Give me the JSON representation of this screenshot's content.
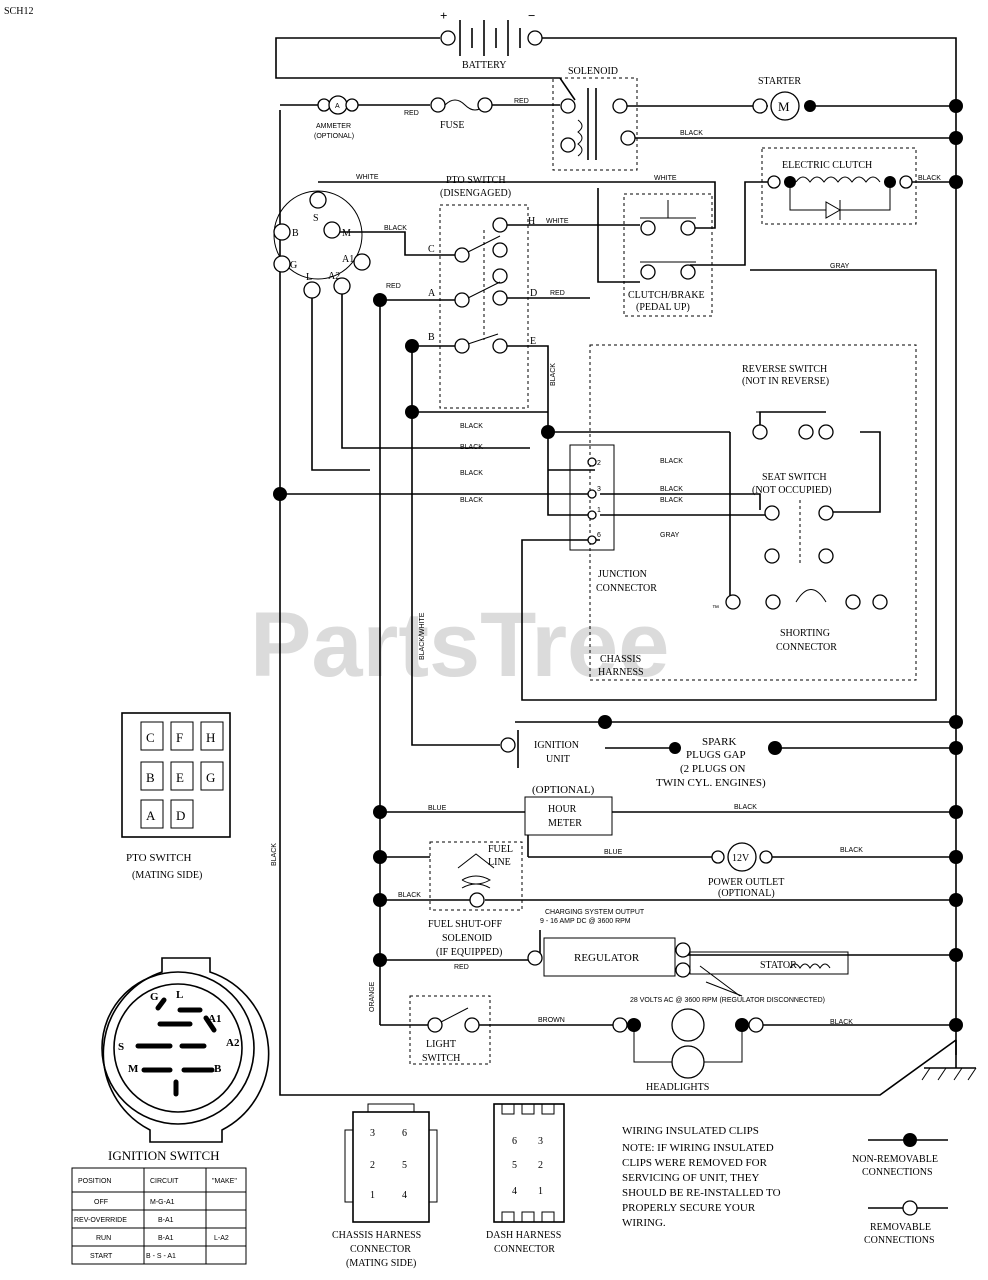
{
  "page_code": "SCH12",
  "watermark": "PartsTree",
  "trademark": "™",
  "polarity": {
    "plus": "+",
    "minus": "−"
  },
  "components": {
    "battery": "BATTERY",
    "solenoid": "SOLENOID",
    "starter": "STARTER",
    "starter_symbol": "M",
    "ammeter": "AMMETER",
    "ammeter_optional": "(OPTIONAL)",
    "ammeter_symbol": "A",
    "fuse": "FUSE",
    "electric_clutch": "ELECTRIC CLUTCH",
    "pto_switch_title": "PTO SWITCH",
    "pto_switch_state": "(DISENGAGED)",
    "clutch_brake": "CLUTCH/BRAKE",
    "clutch_brake_state": "(PEDAL UP)",
    "reverse_switch": "REVERSE SWITCH",
    "reverse_state": "(NOT IN REVERSE)",
    "seat_switch": "SEAT SWITCH",
    "seat_state": "(NOT OCCUPIED)",
    "junction_connector_1": "JUNCTION",
    "junction_connector_2": "CONNECTOR",
    "shorting_connector_1": "SHORTING",
    "shorting_connector_2": "CONNECTOR",
    "chassis_harness_1": "CHASSIS",
    "chassis_harness_2": "HARNESS",
    "ignition_unit_1": "IGNITION",
    "ignition_unit_2": "UNIT",
    "spark_plugs_1": "SPARK",
    "spark_plugs_2": "PLUGS GAP",
    "spark_plugs_3": "(2 PLUGS ON",
    "spark_plugs_4": "TWIN CYL. ENGINES)",
    "hour_meter_optional": "(OPTIONAL)",
    "hour_meter_1": "HOUR",
    "hour_meter_2": "METER",
    "power_outlet_1": "POWER OUTLET",
    "power_outlet_2": "(OPTIONAL)",
    "power_outlet_symbol": "12V",
    "fuel_line_1": "FUEL",
    "fuel_line_2": "LINE",
    "fuel_solenoid_1": "FUEL SHUT-OFF",
    "fuel_solenoid_2": "SOLENOID",
    "fuel_solenoid_3": "(IF EQUIPPED)",
    "charging_output_1": "CHARGING SYSTEM OUTPUT",
    "charging_output_2": "9 - 16 AMP DC @ 3600 RPM",
    "regulator": "REGULATOR",
    "stator": "STATOR",
    "ac_note": "28 VOLTS AC @ 3600 RPM (REGULATOR DISCONNECTED)",
    "light_switch_1": "LIGHT",
    "light_switch_2": "SWITCH",
    "headlights": "HEADLIGHTS"
  },
  "ignition_terminals": [
    "S",
    "M",
    "A1",
    "A2",
    "L",
    "G",
    "B"
  ],
  "pto_terminals": [
    "H",
    "C",
    "A",
    "B",
    "D",
    "E"
  ],
  "wire_colors": {
    "red": "RED",
    "black": "BLACK",
    "white": "WHITE",
    "gray": "GRAY",
    "blue": "BLUE",
    "brown": "BROWN",
    "orange": "ORANGE",
    "black_white": "BLACK/WHITE"
  },
  "junction_pins": [
    "2",
    "3",
    "1",
    "6"
  ],
  "pto_mating": {
    "title": "PTO SWITCH",
    "subtitle": "(MATING SIDE)",
    "rows": [
      [
        "C",
        "F",
        "H"
      ],
      [
        "B",
        "E",
        "G"
      ],
      [
        "A",
        "D",
        ""
      ]
    ]
  },
  "ignition_switch": {
    "title": "IGNITION SWITCH",
    "face_labels": [
      "G",
      "L",
      "A1",
      "A2",
      "S",
      "M",
      "B"
    ],
    "table_headers": [
      "POSITION",
      "CIRCUIT",
      "\"MAKE\""
    ],
    "table_rows": [
      [
        "OFF",
        "M-G-A1",
        ""
      ],
      [
        "REV-OVERRIDE",
        "B-A1",
        ""
      ],
      [
        "RUN",
        "B-A1",
        "L-A2"
      ],
      [
        "START",
        "B - S - A1",
        ""
      ]
    ]
  },
  "chassis_connector": {
    "title_1": "CHASSIS HARNESS",
    "title_2": "CONNECTOR",
    "title_3": "(MATING SIDE)",
    "pins": [
      "3",
      "6",
      "2",
      "5",
      "1",
      "4"
    ]
  },
  "dash_connector": {
    "title_1": "DASH HARNESS",
    "title_2": "CONNECTOR",
    "pins": [
      "6",
      "3",
      "5",
      "2",
      "4",
      "1"
    ]
  },
  "note": {
    "title": "WIRING INSULATED CLIPS",
    "lines": [
      "NOTE: IF WIRING INSULATED",
      "CLIPS WERE REMOVED FOR",
      "SERVICING OF UNIT, THEY",
      "SHOULD BE RE-INSTALLED TO",
      "PROPERLY SECURE YOUR",
      "WIRING."
    ]
  },
  "legend": {
    "non_removable_1": "NON-REMOVABLE",
    "non_removable_2": "CONNECTIONS",
    "removable_1": "REMOVABLE",
    "removable_2": "CONNECTIONS"
  }
}
